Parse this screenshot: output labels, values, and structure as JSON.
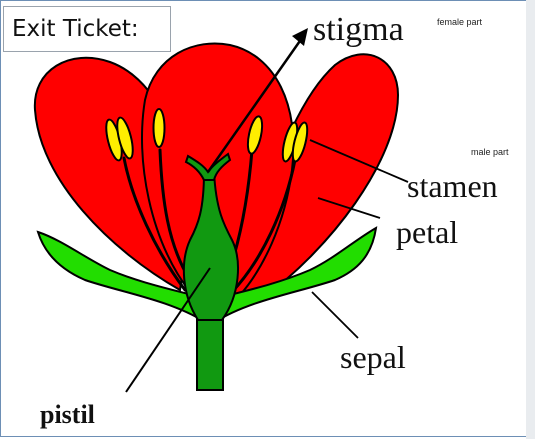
{
  "exit_ticket": {
    "label": "Exit Ticket:"
  },
  "labels": {
    "stigma": "stigma",
    "female_part": "female part",
    "male_part": "male part",
    "stamen": "stamen",
    "petal": "petal",
    "sepal": "sepal",
    "pistil": "pistil"
  },
  "colors": {
    "petal": "#ff0000",
    "sepal": "#22dd00",
    "pistil": "#119911",
    "anther": "#ffee00",
    "outline": "#000000"
  }
}
